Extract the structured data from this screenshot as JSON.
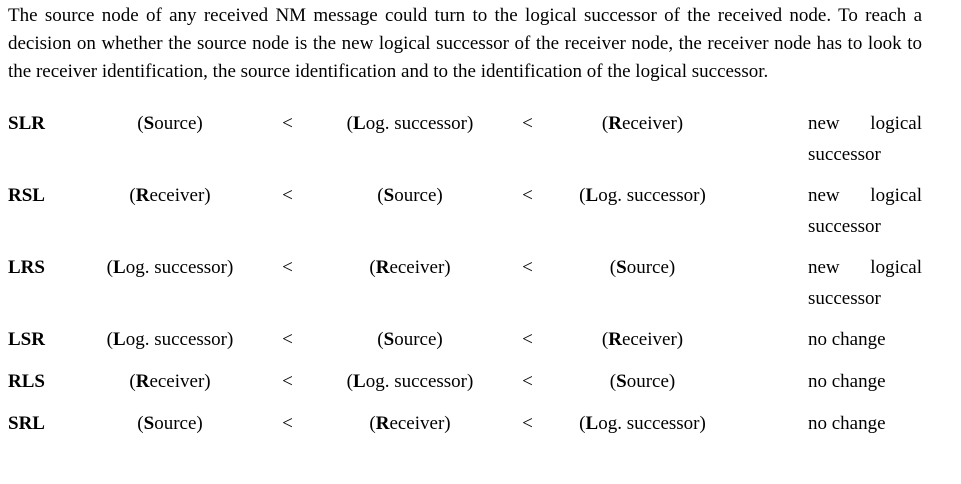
{
  "paragraph": "The source node of any received NM message could turn to the logical successor of the received node. To reach a decision on whether the source node is the new logical successor of the receiver node, the receiver node has to look to the receiver identification, the source identification and to the identification of the logical successor.",
  "table": {
    "rows": [
      {
        "code": "SLR",
        "operand1": {
          "open": "(",
          "bold": "S",
          "rest": "ource)"
        },
        "lt1": "<",
        "operand2": {
          "open": "(",
          "bold": "L",
          "rest": "og. successor)"
        },
        "lt2": "<",
        "operand3": {
          "open": "(",
          "bold": "R",
          "rest": "eceiver)"
        },
        "result": "new logical successor"
      },
      {
        "code": "RSL",
        "operand1": {
          "open": "(",
          "bold": "R",
          "rest": "eceiver)"
        },
        "lt1": "<",
        "operand2": {
          "open": "(",
          "bold": "S",
          "rest": "ource)"
        },
        "lt2": "<",
        "operand3": {
          "open": "(",
          "bold": "L",
          "rest": "og. successor)"
        },
        "result": "new logical successor"
      },
      {
        "code": "LRS",
        "operand1": {
          "open": "(",
          "bold": "L",
          "rest": "og. successor)"
        },
        "lt1": "<",
        "operand2": {
          "open": "(",
          "bold": "R",
          "rest": "eceiver)"
        },
        "lt2": "<",
        "operand3": {
          "open": "(",
          "bold": "S",
          "rest": "ource)"
        },
        "result": "new logical successor"
      },
      {
        "code": "LSR",
        "operand1": {
          "open": "(",
          "bold": "L",
          "rest": "og. successor)"
        },
        "lt1": "<",
        "operand2": {
          "open": "(",
          "bold": "S",
          "rest": "ource)"
        },
        "lt2": "<",
        "operand3": {
          "open": "(",
          "bold": "R",
          "rest": "eceiver)"
        },
        "result": "no change"
      },
      {
        "code": "RLS",
        "operand1": {
          "open": "(",
          "bold": "R",
          "rest": "eceiver)"
        },
        "lt1": "<",
        "operand2": {
          "open": "(",
          "bold": "L",
          "rest": "og. successor)"
        },
        "lt2": "<",
        "operand3": {
          "open": "(",
          "bold": "S",
          "rest": "ource)"
        },
        "result": "no change"
      },
      {
        "code": "SRL",
        "operand1": {
          "open": "(",
          "bold": "S",
          "rest": "ource)"
        },
        "lt1": "<",
        "operand2": {
          "open": "(",
          "bold": "R",
          "rest": "eceiver)"
        },
        "lt2": "<",
        "operand3": {
          "open": "(",
          "bold": "L",
          "rest": "og. successor)"
        },
        "result": "no change"
      }
    ]
  }
}
